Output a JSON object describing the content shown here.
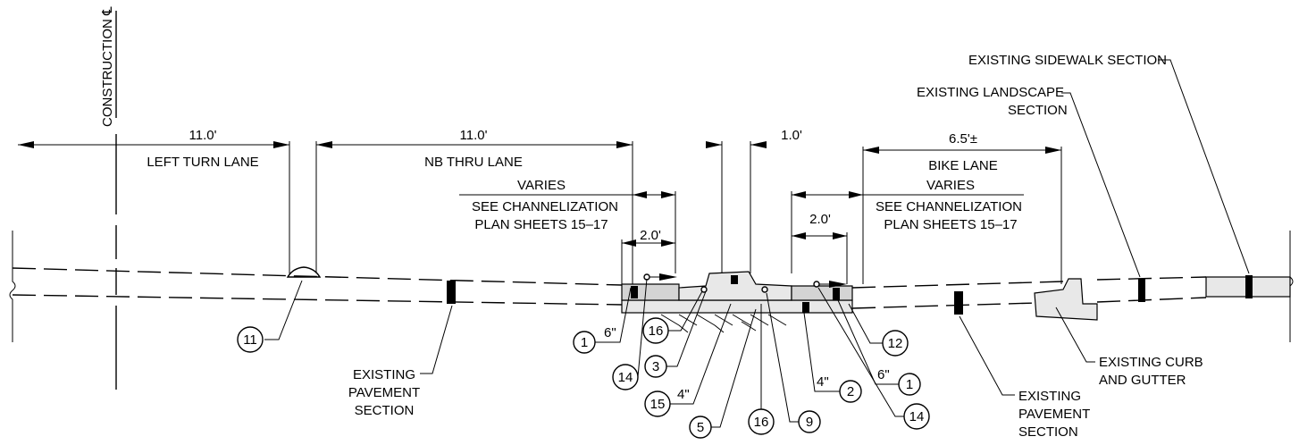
{
  "centerline": {
    "label": "CONSTRUCTION ℄"
  },
  "dimensions": [
    {
      "id": "left-turn",
      "value": "11.0'",
      "lane": "LEFT TURN LANE"
    },
    {
      "id": "nb-thru",
      "value": "11.0'",
      "lane": "NB THRU LANE"
    },
    {
      "id": "median-offset",
      "value": "1.0'"
    },
    {
      "id": "bike",
      "value": "6.5'±",
      "lane": "BIKE LANE"
    },
    {
      "id": "widen-left",
      "value": "2.0'"
    },
    {
      "id": "widen-right",
      "value": "2.0'"
    }
  ],
  "notes": {
    "varies_left": {
      "line1": "VARIES",
      "line2": "SEE CHANNELIZATION",
      "line3": "PLAN SHEETS 15–17"
    },
    "varies_right": {
      "line1": "VARIES",
      "line2": "SEE CHANNELIZATION",
      "line3": "PLAN SHEETS 15–17"
    }
  },
  "callouts": {
    "existing_sidewalk": "EXISTING SIDEWALK SECTION",
    "existing_landscape_1": "EXISTING LANDSCAPE",
    "existing_landscape_2": "SECTION",
    "existing_pavement_left_1": "EXISTING",
    "existing_pavement_left_2": "PAVEMENT",
    "existing_pavement_left_3": "SECTION",
    "existing_pavement_right_1": "EXISTING",
    "existing_pavement_right_2": "PAVEMENT",
    "existing_pavement_right_3": "SECTION",
    "existing_curb_1": "EXISTING CURB",
    "existing_curb_2": "AND GUTTER"
  },
  "bubbles": [
    {
      "id": "b11",
      "num": "11"
    },
    {
      "id": "b1a",
      "num": "1",
      "thickness": "6\""
    },
    {
      "id": "b14a",
      "num": "14"
    },
    {
      "id": "b16a",
      "num": "16"
    },
    {
      "id": "b3",
      "num": "3"
    },
    {
      "id": "b15",
      "num": "15",
      "thickness": "4\""
    },
    {
      "id": "b5",
      "num": "5"
    },
    {
      "id": "b16b",
      "num": "16"
    },
    {
      "id": "b9",
      "num": "9"
    },
    {
      "id": "b2",
      "num": "2",
      "thickness": "4\""
    },
    {
      "id": "b12",
      "num": "12"
    },
    {
      "id": "b1b",
      "num": "1",
      "thickness": "6\""
    },
    {
      "id": "b14b",
      "num": "14"
    }
  ]
}
